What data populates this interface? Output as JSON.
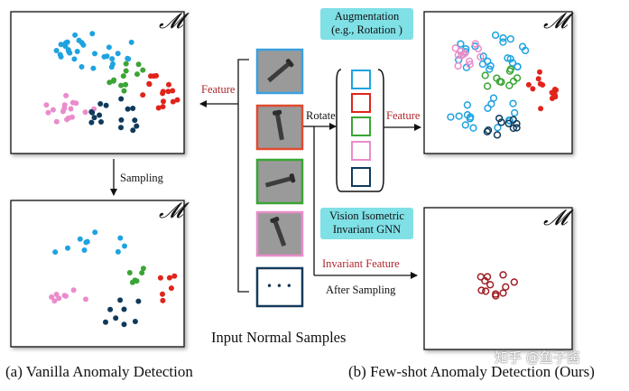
{
  "manifold_symbol": "𝓜",
  "labels": {
    "feature_left": "Feature",
    "sampling": "Sampling",
    "rotate": "Rotate",
    "feature_right": "Feature",
    "augmentation_line1": "Augmentation",
    "augmentation_line2": "(e.g., Rotation )",
    "visgnn_line1": "Vision Isometric",
    "visgnn_line2": "Invariant GNN",
    "invariant_feature": "Invariant Feature",
    "after_sampling": "After Sampling",
    "input_normal_samples": "Input Normal Samples",
    "ellipsis": "• • •"
  },
  "captions": {
    "left": "(a) Vanilla Anomaly Detection",
    "right": "(b) Few-shot Anomaly Detection (Ours)"
  },
  "watermark": "知乎 @鱼子酱",
  "colors": {
    "blue": "#1fa3e0",
    "green": "#3aa535",
    "red": "#e0241b",
    "pink": "#ea8ccb",
    "navy": "#0f3a5c",
    "darkred": "#a01c22",
    "cyan_box": "#7fe0e6",
    "frame": "#111111"
  },
  "sample_frame_colors": [
    "#3aa0e0",
    "#e04a30",
    "#3aa535",
    "#ea8ccb",
    "#153a5a"
  ],
  "rotated_frame_colors": [
    "#1fa3e0",
    "#e0241b",
    "#3aa535",
    "#ea8ccb",
    "#0f3a5c"
  ]
}
